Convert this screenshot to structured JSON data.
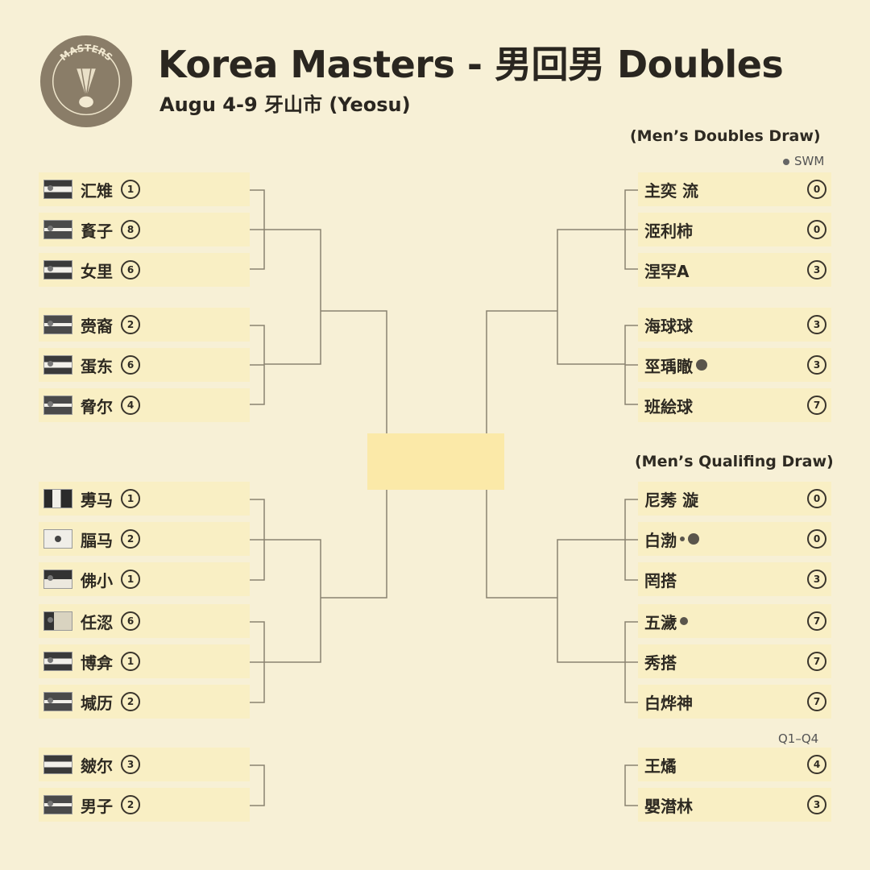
{
  "header": {
    "logo_text": "MASTERS",
    "title": "Korea Masters - 男回男 Doubles",
    "subtitle": "Augu 4-9 牙山市 (Yeosu)"
  },
  "sections": {
    "doubles_draw": "(Men’s Doubles Draw)",
    "legend": "SWM",
    "qualifying_draw": "(Men’s Qualifing Draw)",
    "qualifier_range": "Q1–Q4"
  },
  "left_entries": [
    {
      "name": "汇雉",
      "seed": "1"
    },
    {
      "name": "賌子",
      "seed": "8"
    },
    {
      "name": "女里",
      "seed": "6"
    },
    {
      "name": "赍裔",
      "seed": "2"
    },
    {
      "name": "蛋东",
      "seed": "6"
    },
    {
      "name": "脅尔",
      "seed": "4"
    },
    {
      "name": "旉马",
      "seed": "1"
    },
    {
      "name": "腷马",
      "seed": "2"
    },
    {
      "name": "佛小",
      "seed": "1"
    },
    {
      "name": "任涊",
      "seed": "6"
    },
    {
      "name": "博弇",
      "seed": "1"
    },
    {
      "name": "堿历",
      "seed": "2"
    },
    {
      "name": "皴尔",
      "seed": "3"
    },
    {
      "name": "男子",
      "seed": "2"
    }
  ],
  "right_entries": [
    {
      "name": "主奕 流",
      "seed": "0"
    },
    {
      "name": "洍利柿",
      "seed": "0"
    },
    {
      "name": "涅罕A",
      "seed": "3"
    },
    {
      "name": "海球球",
      "seed": "3"
    },
    {
      "name": "巠瑀瞮",
      "seed": "3",
      "mark": true
    },
    {
      "name": "班絵球",
      "seed": "7"
    },
    {
      "name": "尼莠 漩",
      "seed": "0"
    },
    {
      "name": "白渤",
      "seed": "0",
      "mark": true,
      "small_mark": true
    },
    {
      "name": "罔搭",
      "seed": "3"
    },
    {
      "name": "五濊",
      "seed": "7",
      "mark": true
    },
    {
      "name": "秀搭",
      "seed": "7"
    },
    {
      "name": "白烨神",
      "seed": "7"
    },
    {
      "name": "王燏",
      "seed": "4"
    },
    {
      "name": "嬰澘林",
      "seed": "3"
    }
  ]
}
